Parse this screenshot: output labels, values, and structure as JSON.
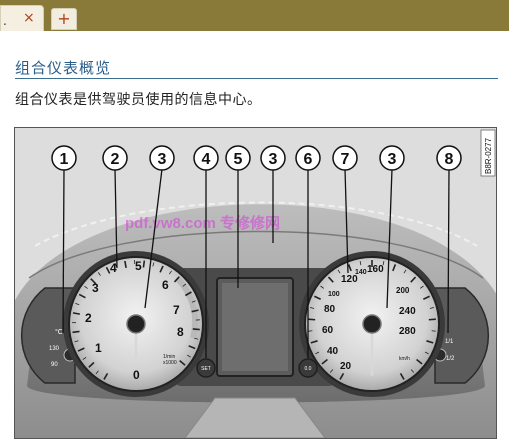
{
  "tabs": {
    "current_fragment": ".",
    "close_symbol": "×",
    "new_tab_symbol": "+"
  },
  "section": {
    "title": "组合仪表概览",
    "description": "组合仪表是供驾驶员使用的信息中心。"
  },
  "figure": {
    "code": "B8R-0277",
    "watermark": "pdf.vw8.com 专修修网",
    "callouts": [
      "1",
      "2",
      "3",
      "4",
      "5",
      "3",
      "6",
      "7",
      "3",
      "8"
    ],
    "tachometer": {
      "numbers": [
        "1",
        "2",
        "3",
        "4",
        "5",
        "6",
        "7",
        "8",
        "0"
      ],
      "unit_line1": "1/min",
      "unit_line2": "x1000"
    },
    "speedometer": {
      "numbers": [
        "20",
        "40",
        "60",
        "80",
        "100",
        "120",
        "140",
        "160",
        "200",
        "240",
        "280"
      ],
      "unit": "km/h"
    },
    "buttons": {
      "set": "SET",
      "reset": "0.0"
    },
    "temp_gauge": {
      "unit": "°C",
      "labels": [
        "130",
        "90"
      ]
    },
    "fuel_gauge": {
      "labels": [
        "1/1",
        "1/2"
      ]
    }
  }
}
